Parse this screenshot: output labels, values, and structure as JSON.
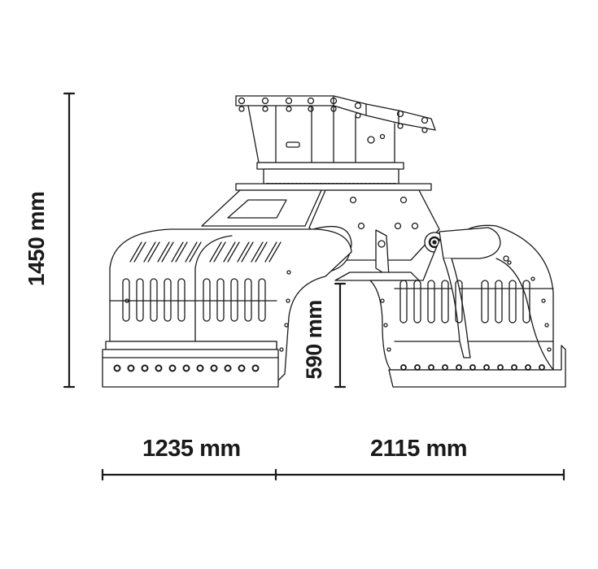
{
  "diagram": {
    "subject": "Sorting grapple (demolition/sorting grab) side-view technical drawing",
    "colors": {
      "line": "#1a1a1a",
      "background": "#ffffff",
      "fill": "#ffffff"
    },
    "dimensions": {
      "height_total": {
        "label": "1450 mm",
        "orientation": "vertical"
      },
      "jaw_opening_height": {
        "label": "590 mm",
        "orientation": "vertical"
      },
      "left_width": {
        "label": "1235 mm",
        "orientation": "horizontal"
      },
      "right_width": {
        "label": "2115 mm",
        "orientation": "horizontal"
      }
    },
    "parts": {
      "top_plate": "rotator mounting bracket with bolts",
      "rotator": "rotator flange disc",
      "body": "central hydraulic body with pivot pins",
      "left_jaw": "closed shell with slots and bolted cutting edge",
      "right_jaw": "open shell with slots, tines and bolted cutting edge"
    }
  }
}
